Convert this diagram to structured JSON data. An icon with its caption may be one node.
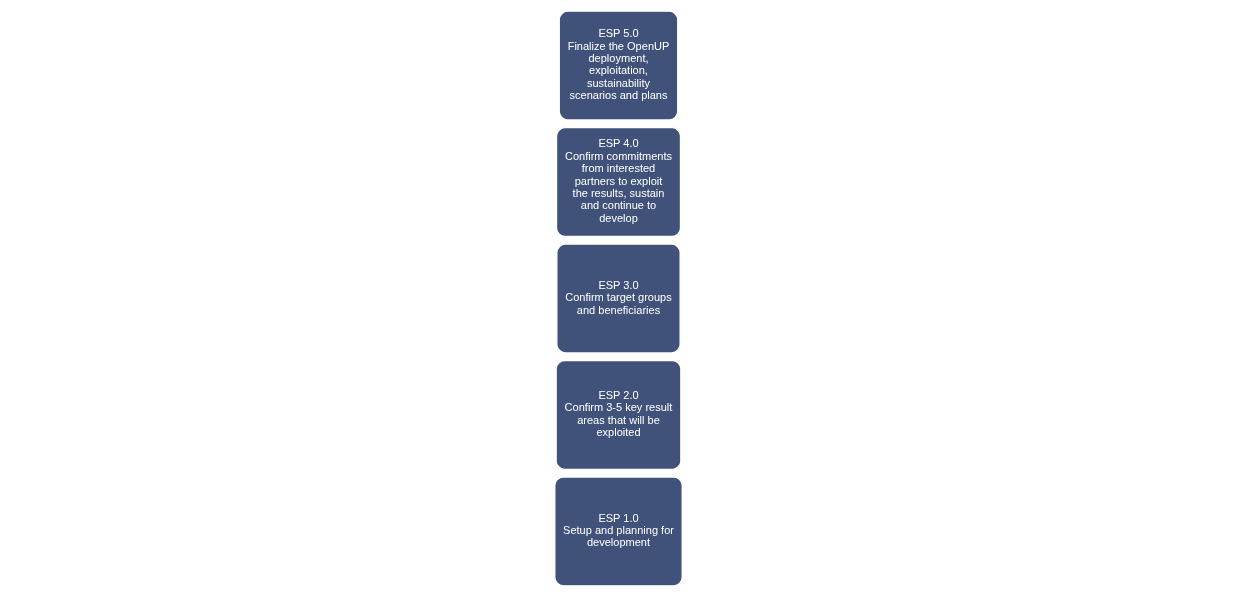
{
  "diagram": {
    "nodes": [
      {
        "text": [
          "ESP 1.0",
          "Setup and planning for development"
        ]
      },
      {
        "text": [
          "ESP 2.0",
          "Confirm 3-5 key result areas that will be exploited"
        ]
      },
      {
        "text": [
          "ESP 3.0",
          "Confirm target groups and beneficiaries"
        ]
      },
      {
        "text": [
          "ESP 4.0",
          "Confirm commitments from interested partners to exploit the results, sustain and continue to develop"
        ]
      },
      {
        "text": [
          "ESP 5.0",
          "Finalize the OpenUP deployment, exploitation, sustainability scenarios and plans"
        ]
      }
    ]
  }
}
